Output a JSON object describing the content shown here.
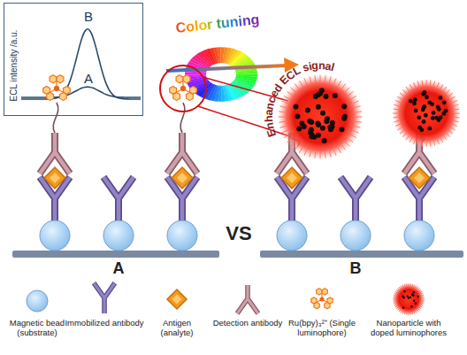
{
  "diagram": {
    "nodes": [
      {
        "text": [
          "ECL intensity /a.u.",
          "B",
          "A"
        ]
      }
    ],
    "labels": [
      "Color tuning",
      "Enhanced ECL signal",
      "VS",
      "A",
      "B"
    ],
    "legend": [
      {
        "text": "Magnetic bead (substrate)"
      },
      {
        "text": "Immobilized antibody"
      },
      {
        "text": "Antigen (analyte)"
      },
      {
        "text": "Detection antibody"
      },
      {
        "text": "Ru(bpy)₃²⁺ (Single luminophore)"
      },
      {
        "text": "Nanoparticle with doped luminophores"
      }
    ]
  }
}
